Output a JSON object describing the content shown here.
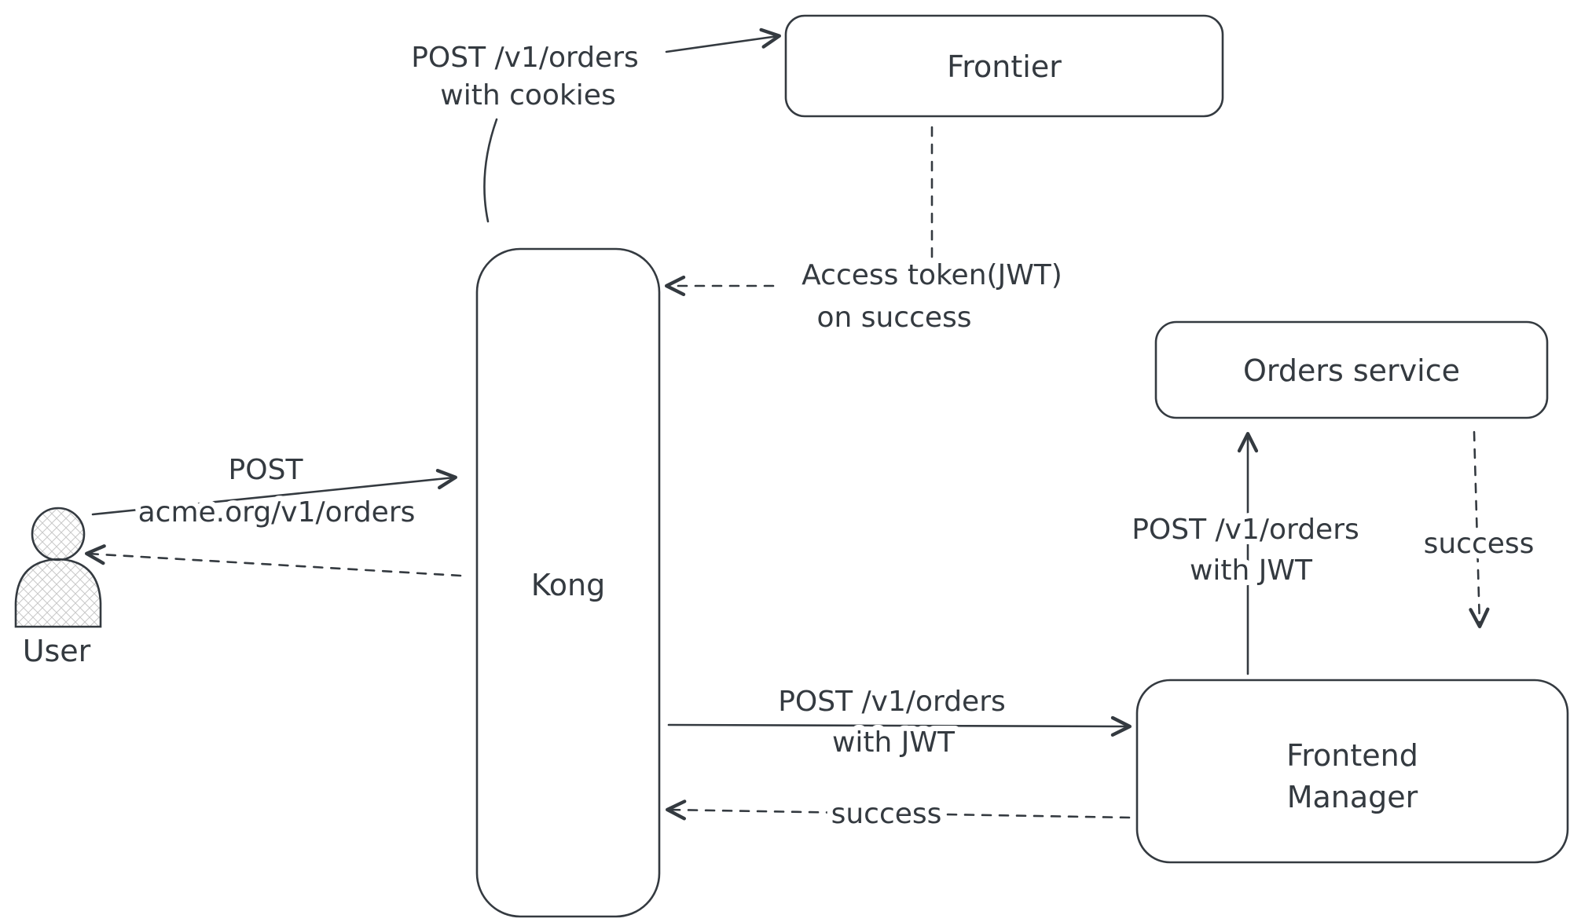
{
  "diagram": {
    "background": "#ffffff",
    "stroke_color": "#343a40",
    "nodes": {
      "frontier": {
        "label": "Frontier"
      },
      "kong": {
        "label": "Kong"
      },
      "orders_service": {
        "label": "Orders service"
      },
      "frontend_manager": {
        "line1": "Frontend",
        "line2": "Manager"
      },
      "user": {
        "label": "User"
      }
    },
    "labels": {
      "post_orders_cookies": {
        "line1": "POST /v1/orders",
        "line2": "with cookies"
      },
      "access_token": {
        "line1": "Access token(JWT)",
        "line2": "on success"
      },
      "post_acme": {
        "line1": "POST",
        "line2": "acme.org/v1/orders"
      },
      "post_jwt_kong_to_fm": {
        "line1": "POST /v1/orders",
        "line2": "with JWT"
      },
      "success_fm_to_kong": {
        "label": "success"
      },
      "post_jwt_fm_to_orders": {
        "line1": "POST /v1/orders",
        "line2": "with JWT"
      },
      "success_orders_to_fm": {
        "label": "success"
      }
    }
  }
}
